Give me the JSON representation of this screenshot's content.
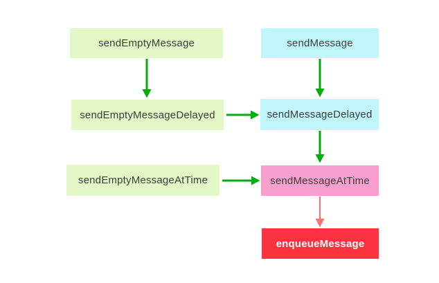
{
  "diagram": {
    "nodes": [
      {
        "id": "sendEmptyMessage",
        "label": "sendEmptyMessage",
        "color": "green"
      },
      {
        "id": "sendMessage",
        "label": "sendMessage",
        "color": "cyan"
      },
      {
        "id": "sendEmptyMessageDelayed",
        "label": "sendEmptyMessageDelayed",
        "color": "green"
      },
      {
        "id": "sendMessageDelayed",
        "label": "sendMessageDelayed",
        "color": "cyan"
      },
      {
        "id": "sendEmptyMessageAtTime",
        "label": "sendEmptyMessageAtTime",
        "color": "green"
      },
      {
        "id": "sendMessageAtTime",
        "label": "sendMessageAtTime",
        "color": "pink"
      },
      {
        "id": "enqueueMessage",
        "label": "enqueueMessage",
        "color": "red"
      }
    ],
    "edges": [
      {
        "from": "sendEmptyMessage",
        "to": "sendEmptyMessageDelayed",
        "color": "green",
        "direction": "down"
      },
      {
        "from": "sendMessage",
        "to": "sendMessageDelayed",
        "color": "green",
        "direction": "down"
      },
      {
        "from": "sendEmptyMessageDelayed",
        "to": "sendMessageDelayed",
        "color": "green",
        "direction": "right"
      },
      {
        "from": "sendMessageDelayed",
        "to": "sendMessageAtTime",
        "color": "green",
        "direction": "down"
      },
      {
        "from": "sendEmptyMessageAtTime",
        "to": "sendMessageAtTime",
        "color": "green",
        "direction": "right"
      },
      {
        "from": "sendMessageAtTime",
        "to": "enqueueMessage",
        "color": "red",
        "direction": "down"
      }
    ],
    "colors": {
      "background": "#ffffff",
      "node_green": "#e3f8c6",
      "node_cyan": "#bef6f9",
      "node_pink": "#f89fd0",
      "node_red": "#fa333f",
      "arrow_green": "#01ae0c",
      "arrow_red": "#f87373",
      "text_dark": "#3d3d3d",
      "text_light": "#ffffff"
    }
  }
}
